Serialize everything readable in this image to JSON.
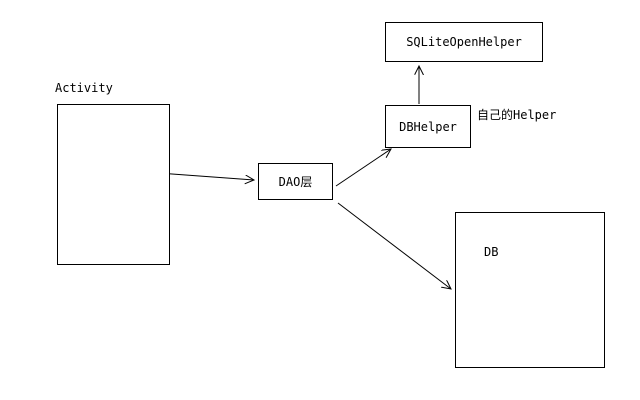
{
  "diagram": {
    "nodes": {
      "sqliteopenhelper": {
        "label": "SQLiteOpenHelper"
      },
      "dbhelper": {
        "label": "DBHelper"
      },
      "dao": {
        "label": "DAO层"
      },
      "db": {
        "label": "DB"
      },
      "activity": {
        "label": "Activity"
      }
    },
    "annotations": {
      "dbhelper_note": {
        "label": "自己的Helper"
      }
    },
    "colors": {
      "line": "#000000",
      "background": "#ffffff"
    }
  }
}
